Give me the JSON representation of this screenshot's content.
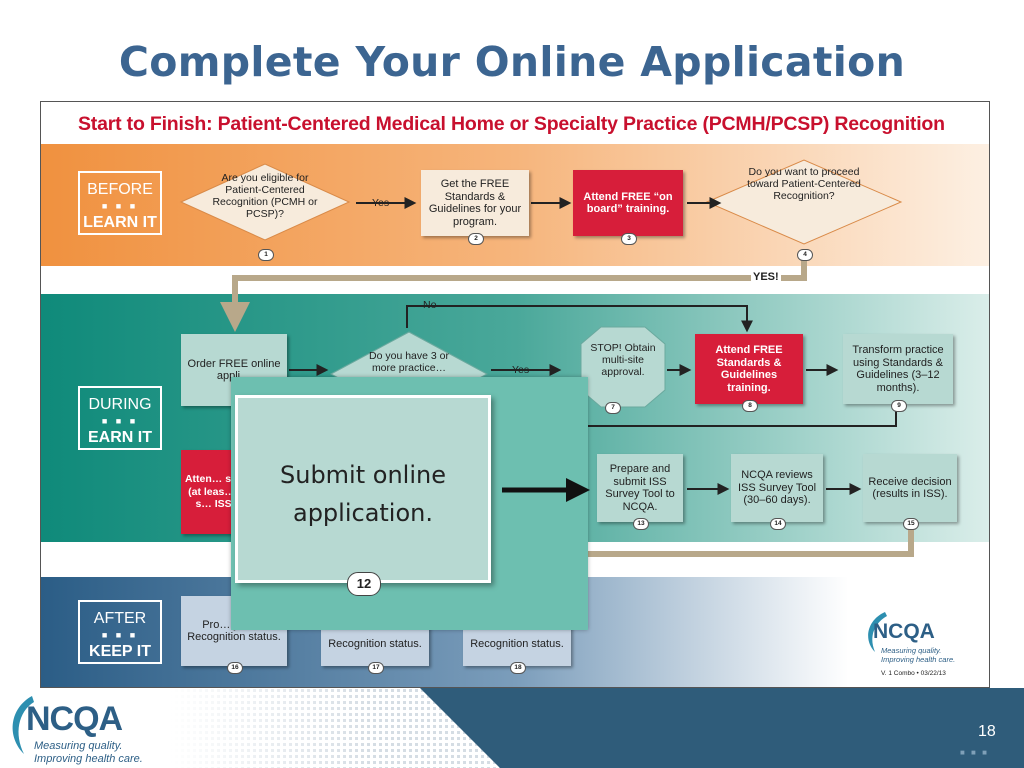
{
  "slide": {
    "title": "Complete Your Online Application",
    "page_number": "18"
  },
  "figure": {
    "title": "Start to Finish: Patient-Centered Medical Home or Specialty Practice (PCMH/PCSP) Recognition",
    "version": "V. 1 Combo • 03/22/13",
    "phases": [
      {
        "top": "BEFORE",
        "bottom": "LEARN IT"
      },
      {
        "top": "DURING",
        "bottom": "EARN IT"
      },
      {
        "top": "AFTER",
        "bottom": "KEEP IT"
      }
    ],
    "dots": "■ ■ ■",
    "edge_labels": {
      "yes": "Yes",
      "no": "No",
      "yes_big": "YES!"
    },
    "steps": {
      "s1": "Are you eligible for Patient-Centered Recognition (PCMH or PCSP)?",
      "s2": "Get the FREE Standards & Guidelines for your program.",
      "s3": "Attend FREE “on board” training.",
      "s4": "Do you want to proceed toward Patient-Centered Recognition?",
      "s5": "Order FREE online appli…",
      "s6": "Do you have 3 or more practice…",
      "s7": "STOP! Obtain multi-site approval.",
      "s8": "Attend FREE Standards & Guidelines training.",
      "s9": "Transform practice using Standards & Guidelines (3–12 months).",
      "s10": "Atten… softwar… (at leas… before s… ISS Sur…",
      "s13": "Prepare and submit ISS Survey Tool to NCQA.",
      "s14": "NCQA reviews ISS Survey Tool (30–60 days).",
      "s15": "Receive decision (results in ISS).",
      "s16": "Pro… your… Recognition status.",
      "s17": "Recognition status.",
      "s18": "Recognition status."
    },
    "step_numbers": [
      "1",
      "2",
      "3",
      "4",
      "7",
      "8",
      "9",
      "13",
      "14",
      "15",
      "16",
      "17",
      "18"
    ],
    "zoom": {
      "text": "Submit online application.",
      "number": "12"
    },
    "logo": {
      "name": "NCQA",
      "tag1": "Measuring quality.",
      "tag2": "Improving health care."
    }
  },
  "footer_logo": {
    "name": "NCQA",
    "tag1": "Measuring quality.",
    "tag2": "Improving health care."
  },
  "colors": {
    "title_blue": "#3c6591",
    "before_band": "#f39c5a",
    "during_band": "#138f80",
    "after_band": "#2e5f86",
    "red": "#d71e3a",
    "footer": "#2f5c7a"
  }
}
